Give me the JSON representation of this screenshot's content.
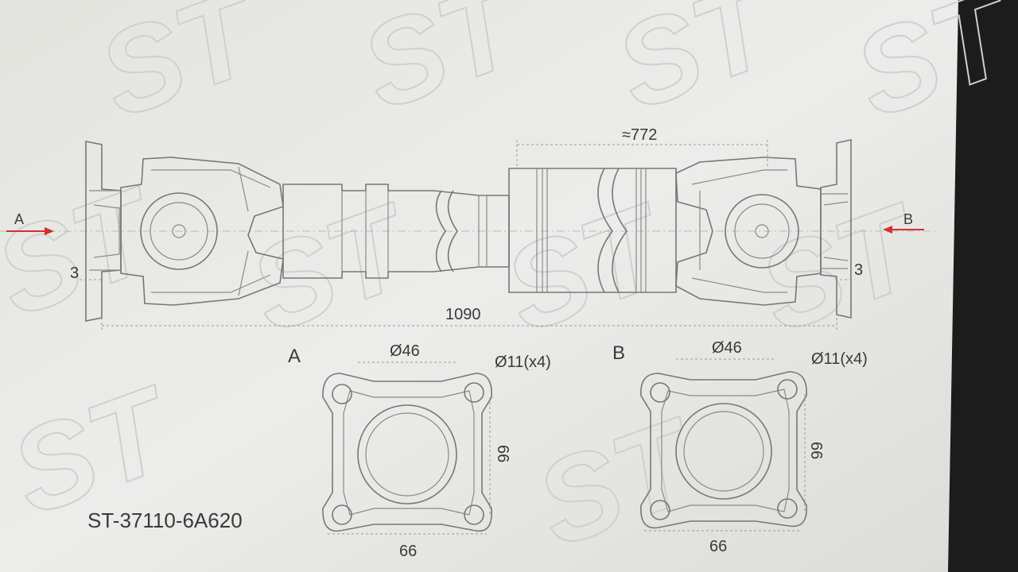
{
  "diagram": {
    "part_number": "ST-37110-6A620",
    "watermark": "ST",
    "dimensions": {
      "center_length": "≈772",
      "total_length": "1090",
      "offset_left": "3",
      "offset_right": "3"
    },
    "ends": [
      {
        "id": "A",
        "arrow_label": "A",
        "view_label": "A",
        "bore": "Ø46",
        "holes": "Ø11(x4)",
        "height": "66",
        "width": "66"
      },
      {
        "id": "B",
        "arrow_label": "B",
        "view_label": "B",
        "bore": "Ø46",
        "holes": "Ø11(x4)",
        "height": "66",
        "width": "66"
      }
    ],
    "colors": {
      "arrow": "#d23030",
      "line": "#777777",
      "paper": "#e8e8e4"
    }
  }
}
